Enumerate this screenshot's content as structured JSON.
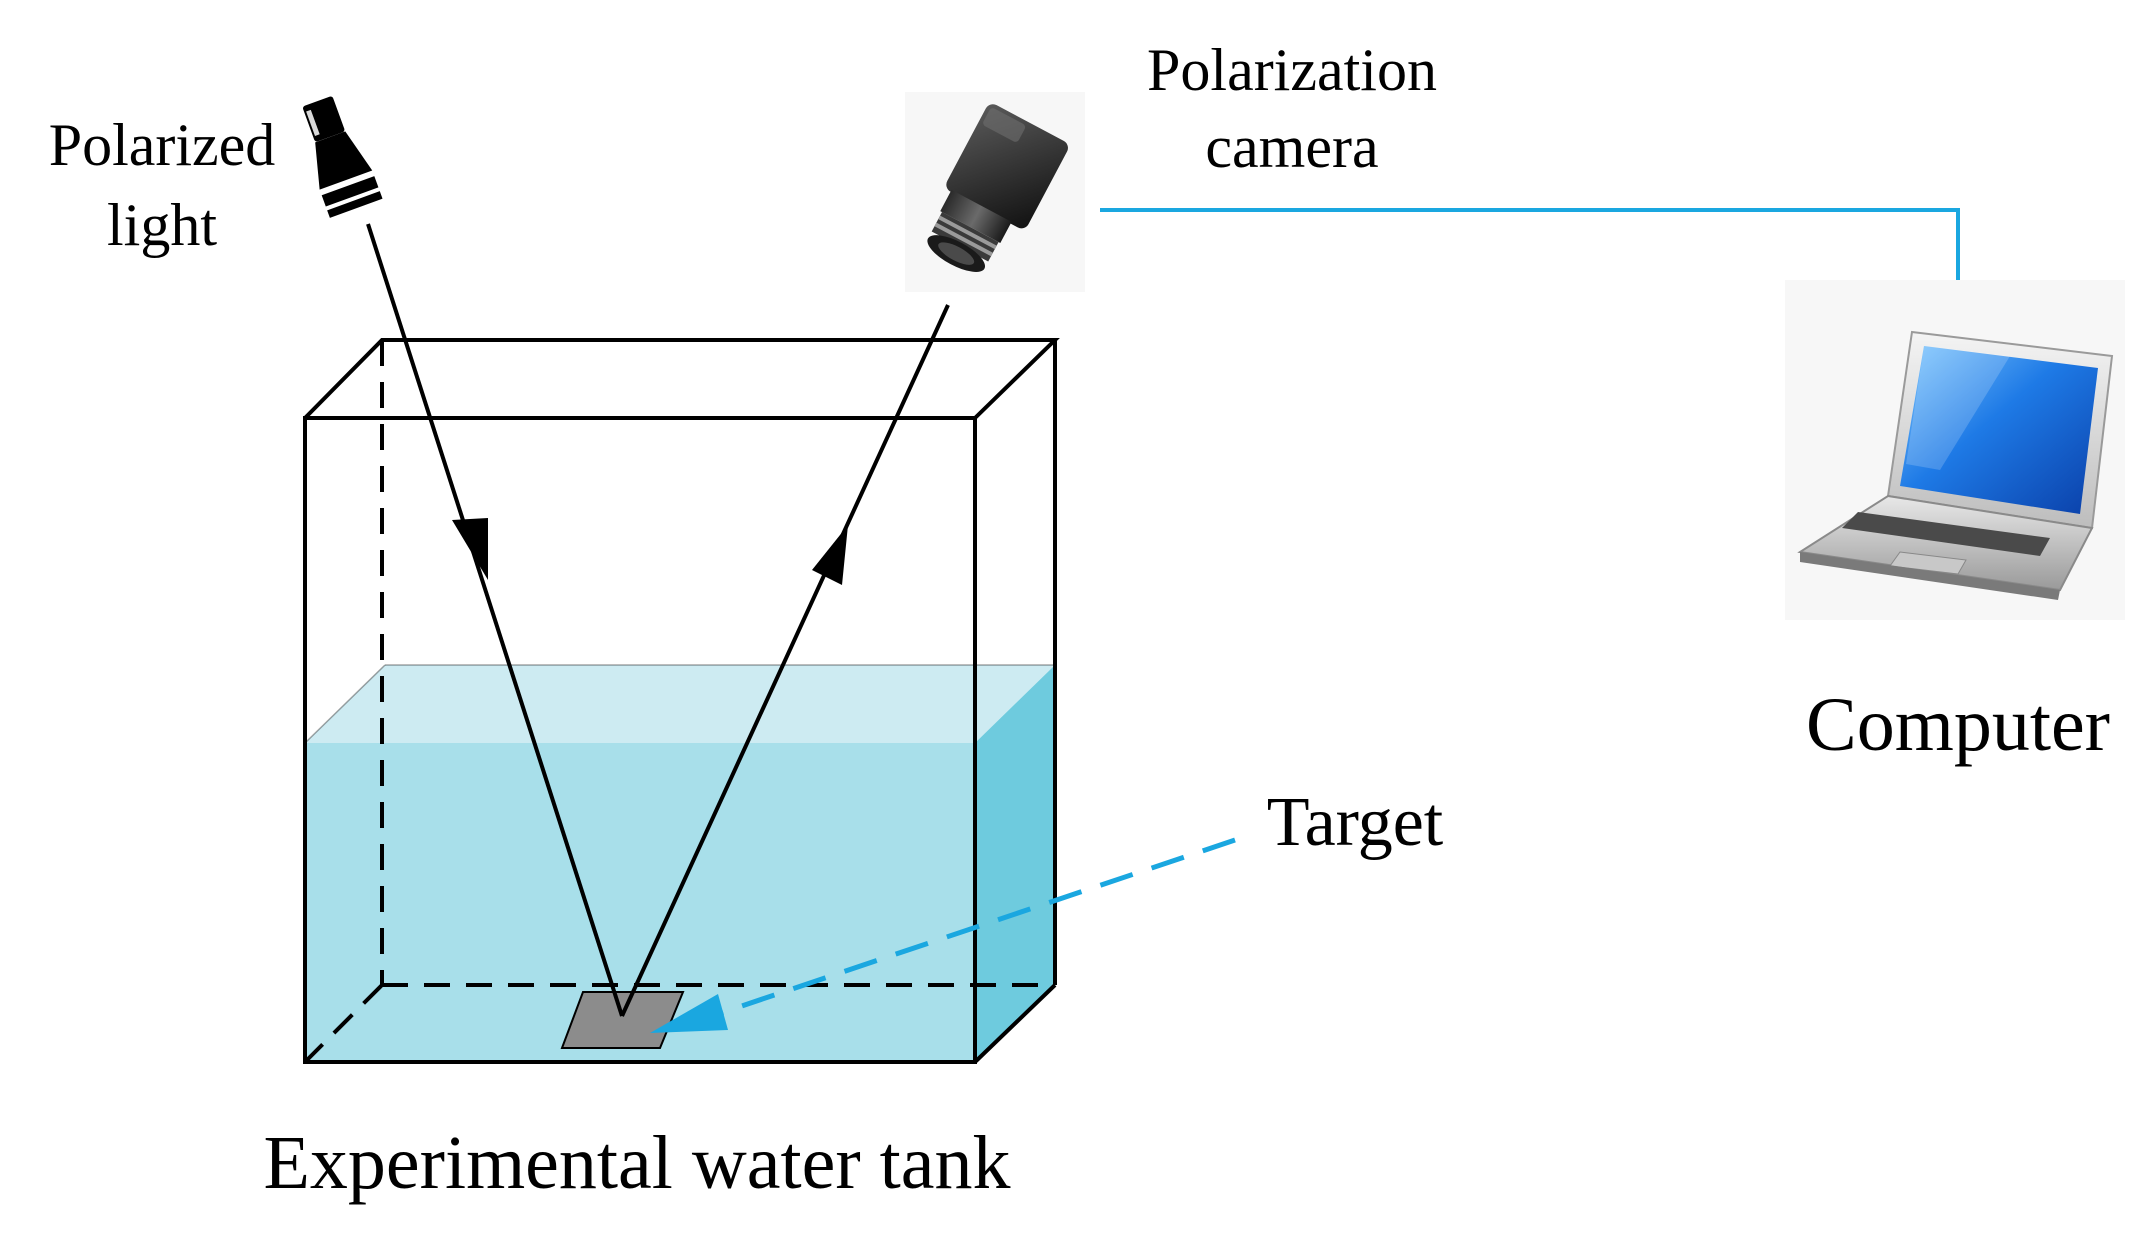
{
  "labels": {
    "polarized_light_line1": "Polarized",
    "polarized_light_line2": "light",
    "camera_line1": "Polarization",
    "camera_line2": "camera",
    "computer": "Computer",
    "target": "Target",
    "tank": "Experimental water tank"
  },
  "colors": {
    "background": "#ffffff",
    "water_front": "#a8dfea",
    "water_top": "#cdebf2",
    "water_side": "#6ecbde",
    "connection_line": "#1aa7e0",
    "target_arrow": "#1aa7e0",
    "target_plate": "#8c8c8c",
    "outline": "#000000"
  },
  "icons": {
    "light_source": "flashlight-icon",
    "camera": "camera-icon",
    "computer": "laptop-icon"
  }
}
